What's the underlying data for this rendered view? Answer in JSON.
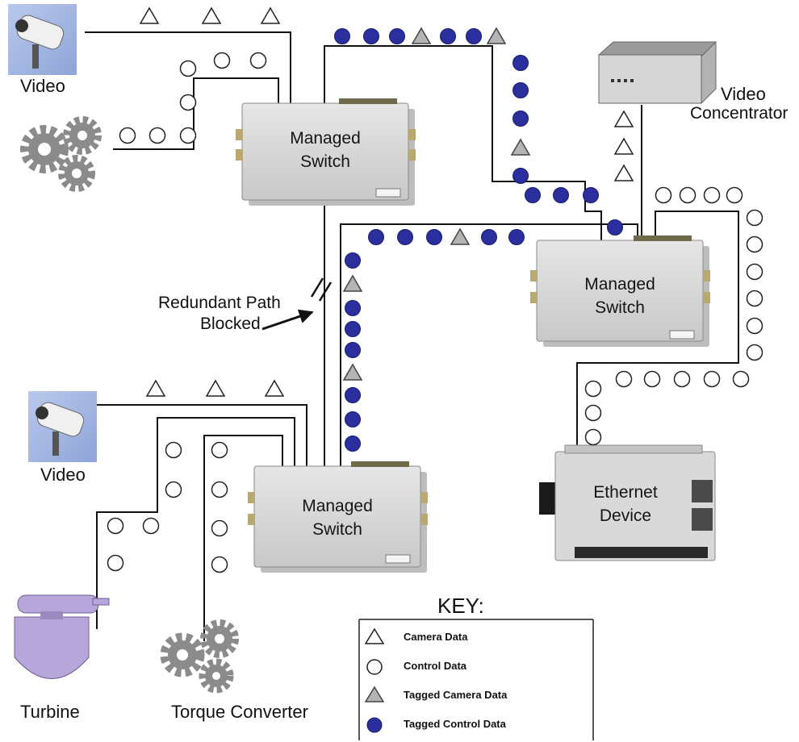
{
  "labels": {
    "video_top": "Video",
    "video_bottom": "Video",
    "video_concentrator_1": "Video",
    "video_concentrator_2": "Concentrator",
    "redundant_1": "Redundant Path",
    "redundant_2": "Blocked",
    "turbine": "Turbine",
    "torque": "Torque Converter"
  },
  "switches": [
    {
      "line1": "Managed",
      "line2": "Switch"
    },
    {
      "line1": "Managed",
      "line2": "Switch"
    },
    {
      "line1": "Managed",
      "line2": "Switch"
    }
  ],
  "ethernet_device": {
    "line1": "Ethernet",
    "line2": "Device"
  },
  "key": {
    "title": "KEY:",
    "items": [
      {
        "symbol": "triangle-outline",
        "label": "Camera Data"
      },
      {
        "symbol": "circle-outline",
        "label": "Control Data"
      },
      {
        "symbol": "triangle-gray",
        "label": "Tagged Camera Data"
      },
      {
        "symbol": "circle-blue",
        "label": "Tagged Control Data"
      }
    ]
  },
  "colors": {
    "tagged_control": "#2b2f9e",
    "tagged_camera": "#b4b4b4",
    "switch_body": "#dadada",
    "camera_bg": "#aebfe6",
    "turbine": "#b7a6d9",
    "gear": "#8b8b8b"
  }
}
